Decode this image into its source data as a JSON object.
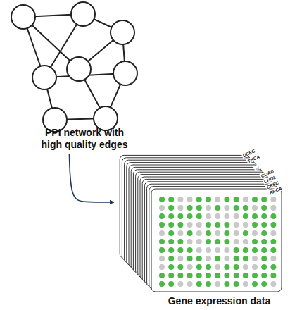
{
  "diagram": {
    "nodes": [
      {
        "text": [
          "PPI network with high quality edges"
        ]
      },
      {
        "text": [
          "Gene expression data"
        ]
      }
    ],
    "edges": [
      {
        "from": 0,
        "to": 1,
        "arrow": "to"
      }
    ],
    "labels": [
      "UCEC",
      "THCA",
      "...",
      "COAD",
      "CHOL",
      "CESC",
      "BRCA"
    ]
  }
}
